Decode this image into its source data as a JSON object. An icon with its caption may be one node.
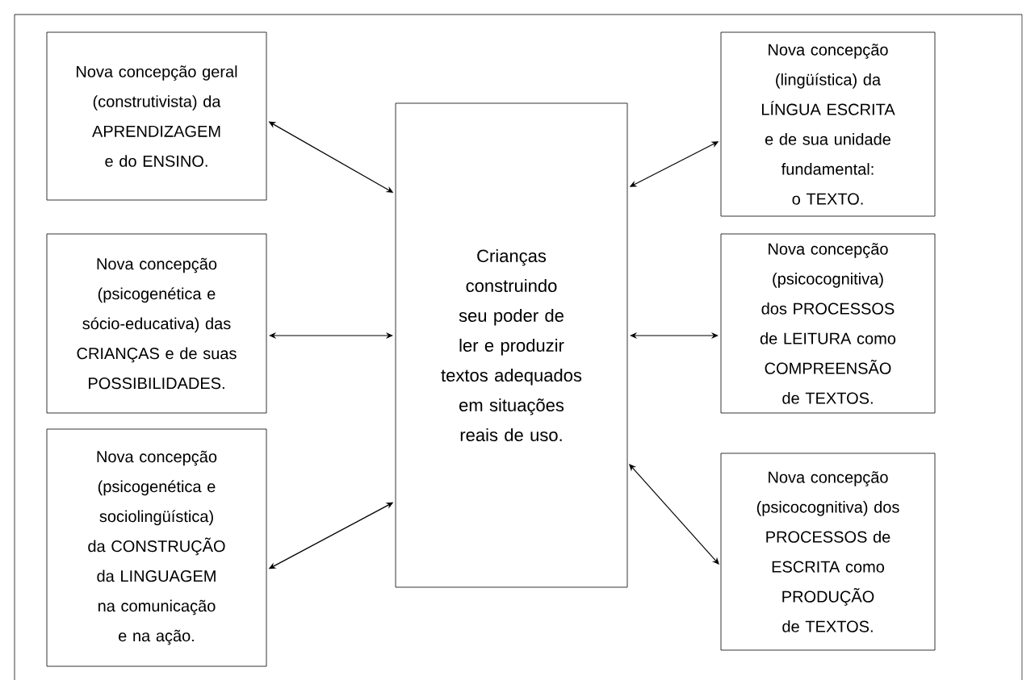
{
  "diagram": {
    "nodes": [
      {
        "text": [
          "Nova concepção geral (construtivista) da APRENDIZAGEM e do ENSINO."
        ]
      },
      {
        "text": [
          "Nova concepção (lingüística) da LÍNGUA ESCRITA e de sua unidade fundamental: o TEXTO."
        ]
      },
      {
        "text": [
          "Crianças construindo seu poder de ler e produzir textos adequados em situações reais de uso."
        ]
      },
      {
        "text": [
          "Nova concepção (psicogenética e sócio-educativa) das CRIANÇAS e de suas POSSIBILIDADES."
        ]
      },
      {
        "text": [
          "Nova concepção (psicocognitiva) dos PROCESSOS de LEITURA como COMPREENSÃO de TEXTOS."
        ]
      },
      {
        "text": [
          "Nova concepção (psicogenética e sociolingüística) da CONSTRUÇÃO da LINGUAGEM na comunicação e na ação."
        ]
      },
      {
        "text": [
          "Nova concepção (psicocognitiva) dos PROCESSOS de ESCRITA como PRODUÇÃO de TEXTOS."
        ]
      }
    ],
    "edges": [
      {
        "from": 0,
        "to": 2,
        "arrow": "both"
      },
      {
        "from": 1,
        "to": 2,
        "arrow": "both"
      },
      {
        "from": 3,
        "to": 2,
        "arrow": "both"
      },
      {
        "from": 4,
        "to": 2,
        "arrow": "both"
      },
      {
        "from": 5,
        "to": 2,
        "arrow": "both"
      },
      {
        "from": 6,
        "to": 2,
        "arrow": "both"
      }
    ]
  }
}
